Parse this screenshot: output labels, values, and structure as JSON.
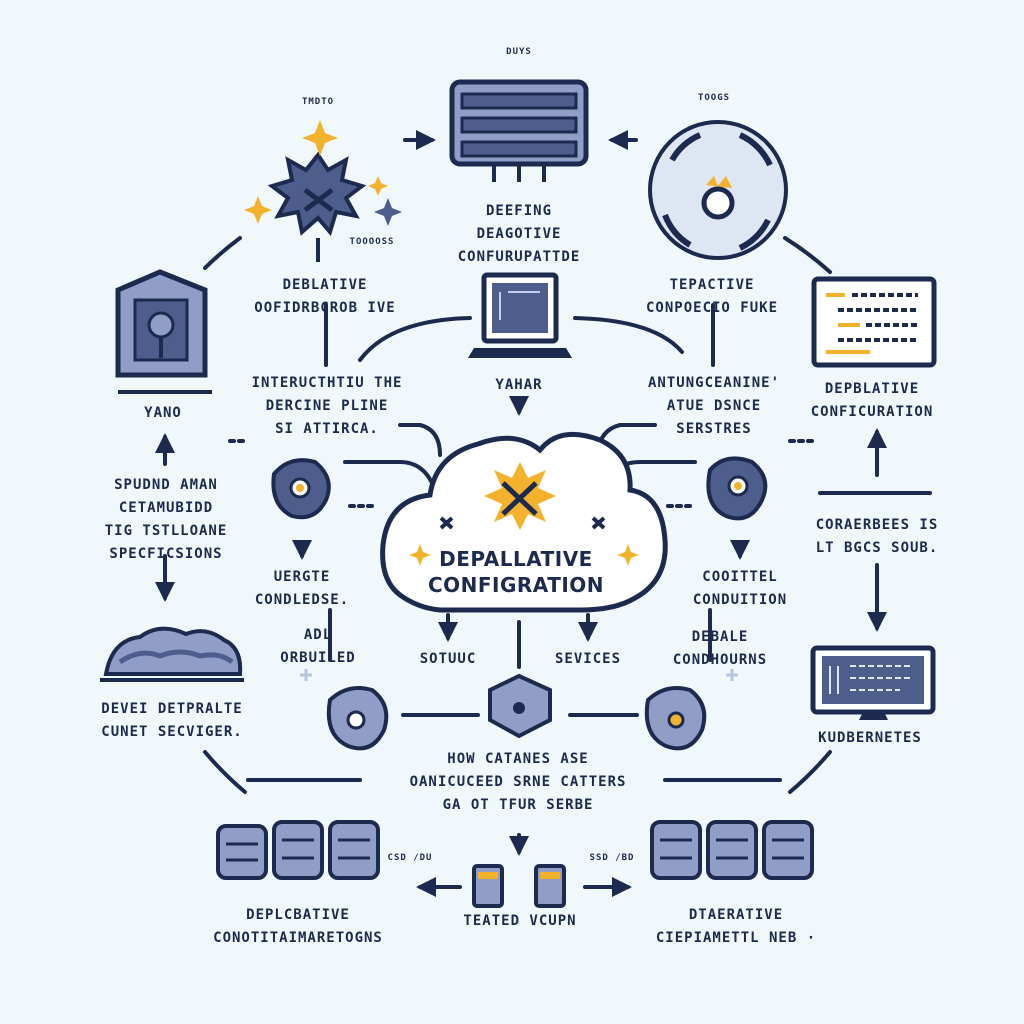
{
  "labels": {
    "top_tag": "DUYS",
    "top_left_tag": "TMDTO",
    "top_right_tag": "TOOGS",
    "starburst_tag": "TOOOOSS",
    "top_center": "DEEFING\nDEAGOTIVE\nCONFURUPATTDE",
    "upper_left": "DEBLATIVE\nOOFIDRBCROB IVE",
    "upper_right": "TEPACTIVE\nCONPOECIO FUKE",
    "left_yano": "YANO",
    "right_confid": "DEPBLATIVE\nCONFICURATION",
    "mid_left": "INTERUCTHTIU THE\nDERCINE PLINE\nSI ATTIRCA.",
    "mid_yahar": "YAHAR",
    "mid_right": "ANTUNGCEANINE'\nATUE DSNCE\nSERSTRES",
    "far_left": "SPUDND AMAN\nCETAMUBIDD\nTIG TSTLLOANE\nSPECFICSIONS",
    "far_right": "CORAERBEES IS\nLT BGCS SOUB.",
    "center_title": "DEPALLATIVE\nCONFIGRATION",
    "left_condition": "UERGTE\nCONDLEDSE.",
    "right_condition": "COOITTEL\nCONDUITION",
    "left_orbuiled": "ADL\nORBUILED",
    "center_left_word": "SOTUUC",
    "center_right_word": "SEVICES",
    "right_deeale": "DEBALE\nCONDHOURNS",
    "left_cloud": "DEVEI DETPRALTE\nCUNET SECVIGER.",
    "right_kubernetes": "KUDBERNETES",
    "bottom_center": "HOW CATANES ASE\nOANICUCEED SRNE CATTERS\nGA OT TFUR SERBE",
    "bottom_left_tag": "CSD /DU",
    "bottom_right_tag": "SSD /BD",
    "bottom_left": "DEPLCBATIVE\nCONOTITAIMARETOGNS",
    "bottom_center_small": "TEATED VCUPN",
    "bottom_right": "DTAERATIVE\nCIEPIAMETTL NEB ·"
  },
  "colors": {
    "navy": "#1d2a4f",
    "steel": "#4d5d8c",
    "light_steel": "#8f9dc7",
    "yellow": "#f4b22c",
    "background": "#f1f8fc"
  },
  "icons": [
    "server-rack-icon",
    "gear-dial-icon",
    "virus-starburst-icon",
    "shield-badge-icon",
    "laptop-icon",
    "code-monitor-icon",
    "cloud-center-icon",
    "mountain-cloud-icon",
    "terminal-monitor-icon",
    "database-icon",
    "container-icon"
  ]
}
